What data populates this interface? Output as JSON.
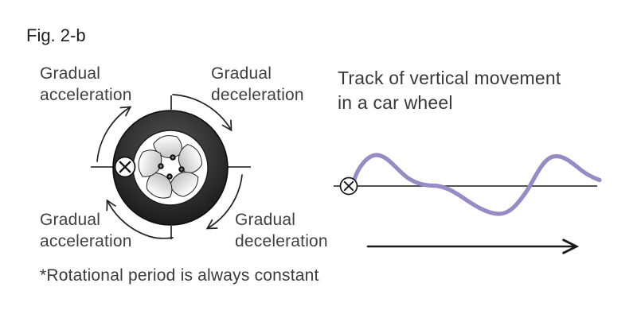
{
  "figure_label": "Fig. 2-b",
  "footnote": "*Rotational period is always constant",
  "wheel_diagram": {
    "marker_icon": "circled-x",
    "rotation_direction": "clockwise",
    "labels": {
      "top_left": [
        "Gradual",
        "acceleration"
      ],
      "top_right": [
        "Gradual",
        "deceleration"
      ],
      "bottom_left": [
        "Gradual",
        "acceleration"
      ],
      "bottom_right": [
        "Gradual",
        "deceleration"
      ]
    }
  },
  "track_diagram": {
    "title": [
      "Track of vertical movement",
      "in a car wheel"
    ],
    "marker_icon": "circled-x",
    "curve_color": "#968bc4",
    "curve_description": "wave starting at circled-x on axis: steep rise to peak, gradual fall to flat near axis, dip to trough, steep rise to second peak, gentle fall",
    "time_arrow_direction": "right"
  },
  "colors": {
    "line": "#222222",
    "axis": "#3a3a3a",
    "tire": "#2a2a2a",
    "text": "#3f3f3f",
    "curve": "#968bc4"
  }
}
